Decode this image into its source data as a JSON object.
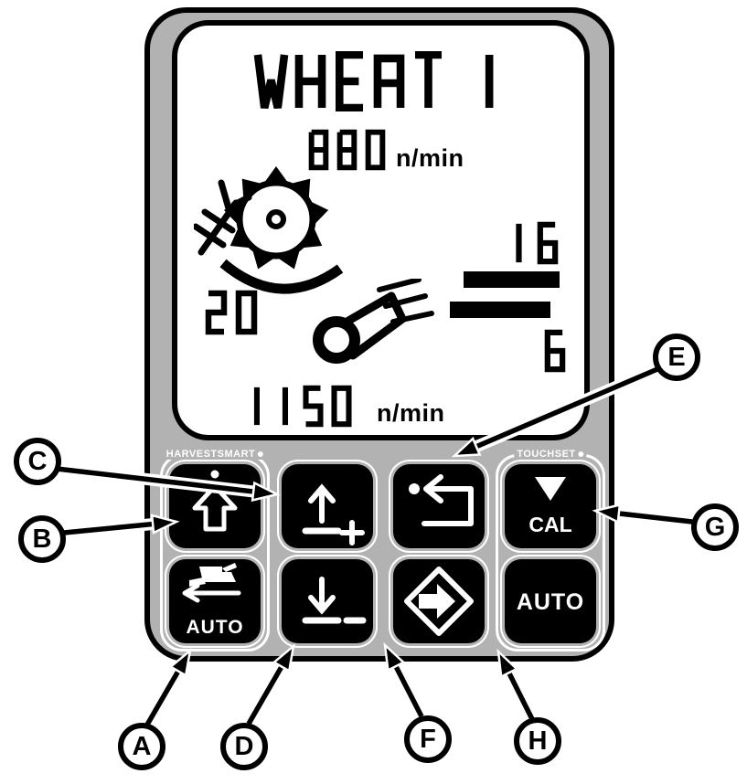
{
  "display": {
    "crop_name": "WHEAT 1",
    "drum_speed": {
      "value": "880",
      "unit": "n/min"
    },
    "concave_opening": {
      "value": "20"
    },
    "upper_sieve": {
      "value": "16"
    },
    "lower_sieve": {
      "value": "6"
    },
    "fan_speed": {
      "value": "1150",
      "unit": "n/min"
    },
    "icons": {
      "threshing_drum": "toothed-drum-with-concave-arc-and-crop-stalk",
      "cleaning_fan": "fan-blower-with-air-lines",
      "sieves": "two-horizontal-bars"
    }
  },
  "button_panel": {
    "groups": [
      {
        "label": "HARVESTSMART",
        "mark": "registered-dot"
      },
      {
        "label": "TOUCHSET",
        "mark": "registered-dot"
      }
    ],
    "buttons": [
      {
        "id": "header-raise",
        "icon": "hollow-up-arrow-with-dot",
        "label": ""
      },
      {
        "id": "increase",
        "icon": "up-arrow-plus",
        "label": ""
      },
      {
        "id": "escape",
        "icon": "return-loop-arrow-with-dot",
        "label": ""
      },
      {
        "id": "cal",
        "icon": "filled-down-triangle",
        "label": "CAL"
      },
      {
        "id": "harvestsmart-auto",
        "icon": "combine-left-arrow",
        "label": "AUTO"
      },
      {
        "id": "decrease",
        "icon": "down-arrow-minus",
        "label": ""
      },
      {
        "id": "enter",
        "icon": "diamond-right-arrow",
        "label": ""
      },
      {
        "id": "auto",
        "icon": "",
        "label": "AUTO"
      }
    ]
  },
  "callouts": [
    {
      "letter": "A",
      "points_to": "harvestsmart-auto-button"
    },
    {
      "letter": "B",
      "points_to": "header-raise-button"
    },
    {
      "letter": "C",
      "points_to": "increase-button"
    },
    {
      "letter": "D",
      "points_to": "decrease-button"
    },
    {
      "letter": "E",
      "points_to": "escape-button"
    },
    {
      "letter": "F",
      "points_to": "enter-button"
    },
    {
      "letter": "G",
      "points_to": "cal-button"
    },
    {
      "letter": "H",
      "points_to": "auto-button"
    }
  ],
  "colors": {
    "body_gray": "#b2b2b2",
    "black": "#000000",
    "white": "#ffffff"
  }
}
